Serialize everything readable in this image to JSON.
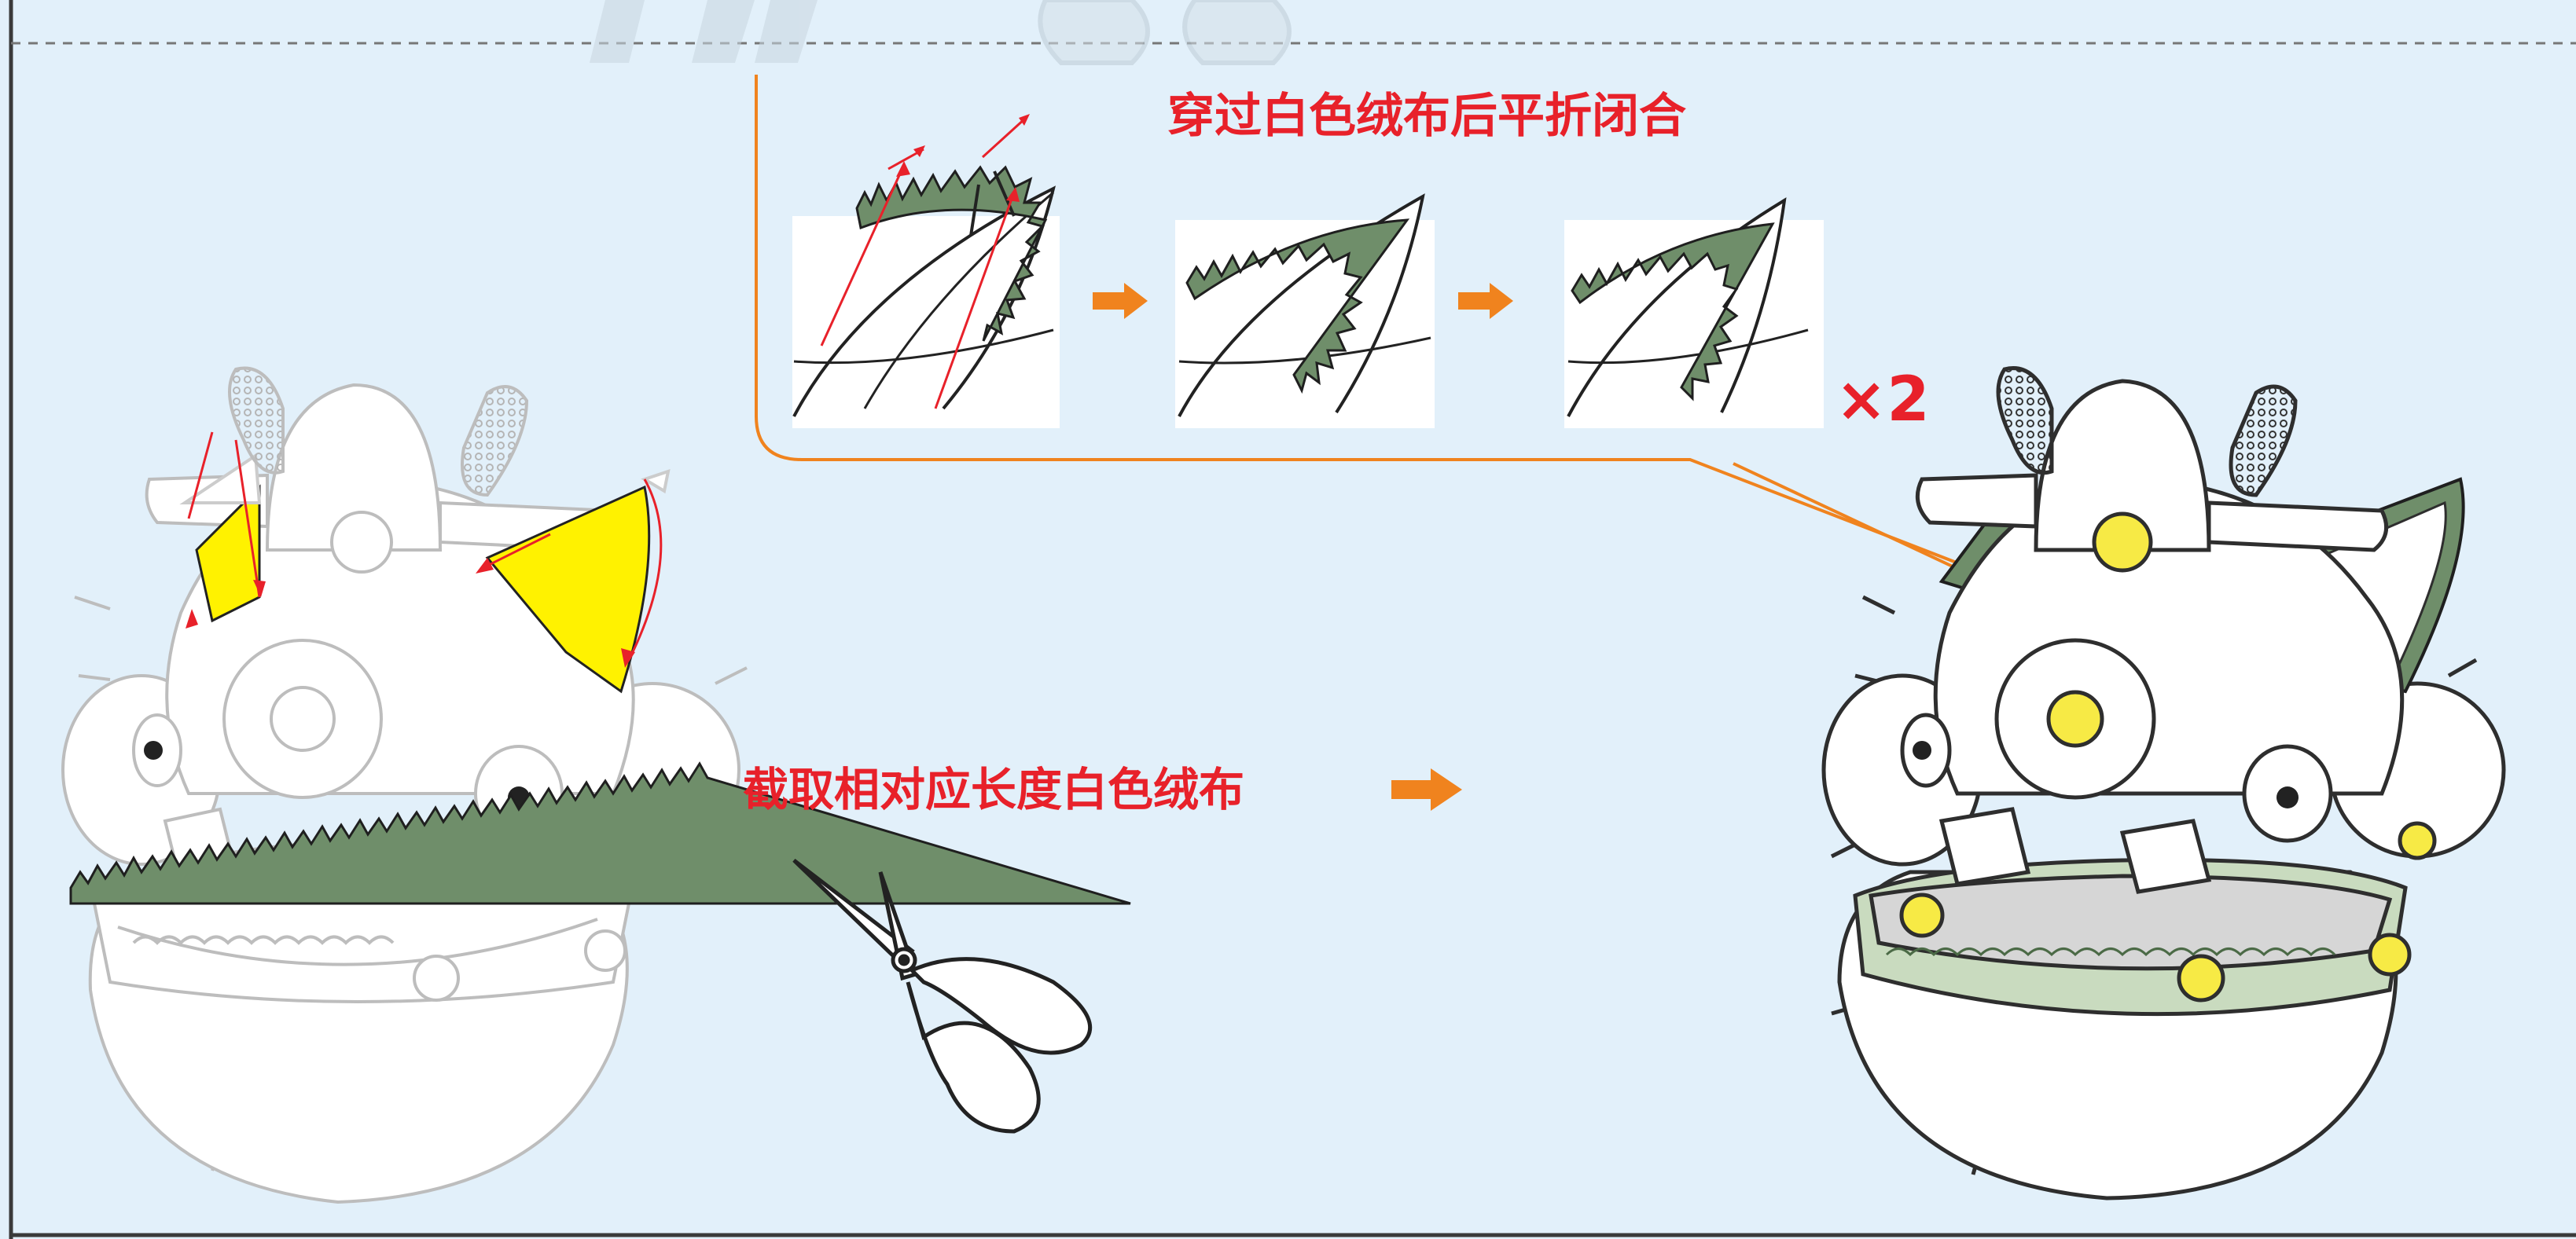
{
  "texts": {
    "fold_instruction": "穿过白色绒布后平折闭合",
    "cut_instruction": "截取相对应长度白色绒布",
    "multiplier": "×2"
  },
  "colors": {
    "background": "#e2f0fa",
    "frame": "#3a3a3a",
    "accent_red": "#e8212a",
    "arrow_orange": "#f0831e",
    "fabric_green": "#6f8e6a",
    "fabric_light": "#c9dbbf",
    "fin_yellow": "#fff200",
    "eye_yellow": "#f7ea45",
    "outline": "#2e2e2e",
    "faded": "#bdbdbd"
  },
  "icons": [
    "scissors-icon",
    "right-arrow-icon",
    "fabric-strip-icon"
  ]
}
